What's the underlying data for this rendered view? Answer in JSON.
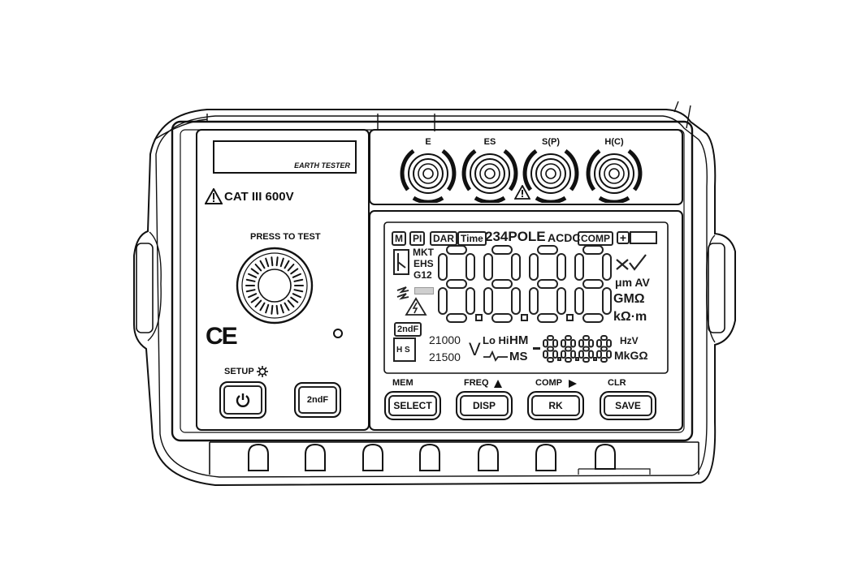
{
  "device": {
    "label_panel_text": "EARTH TESTER",
    "category_rating": "CAT III 600V",
    "press_to_test": "PRESS  TO TEST",
    "ce_mark": "CE"
  },
  "terminals": [
    {
      "id": "e",
      "label": "E"
    },
    {
      "id": "es",
      "label": "ES"
    },
    {
      "id": "sp",
      "label": "S(P)"
    },
    {
      "id": "hc",
      "label": "H(C)"
    }
  ],
  "lcd": {
    "top_flags": [
      "M",
      "PI",
      "DAR",
      "Time"
    ],
    "pole_text": "234POLE",
    "acdc_text": "ACDC",
    "comp_text": "COMP",
    "plus_icon": "+",
    "standards": [
      "MKT",
      "EHS",
      "G12"
    ],
    "main_digits": "8.8.8.8",
    "unit_um_av": "μm AV",
    "unit_gm_ohm": "GMΩ",
    "unit_k_ohm_m": "kΩ·m",
    "second_f": "2ndF",
    "hs_icon": "H S",
    "freq_top": "21000",
    "freq_bottom": "21500",
    "volt_symbol": "V",
    "lo_hi": "Lo Hi",
    "hm_text": "HM",
    "ms_text": "MS",
    "aux_digits": "-8.8.8.8",
    "unit_hz_v": "HzV",
    "unit_mk_g_ohm": "MkGΩ"
  },
  "buttons": {
    "setup_label": "SETUP",
    "power_icon": "power-icon",
    "second_f": "2ndF",
    "row": [
      {
        "top": "MEM",
        "face": "SELECT"
      },
      {
        "top": "FREQ",
        "face": "DISP"
      },
      {
        "top": "COMP",
        "face": "RK"
      },
      {
        "top": "CLR",
        "face": "SAVE"
      }
    ]
  }
}
